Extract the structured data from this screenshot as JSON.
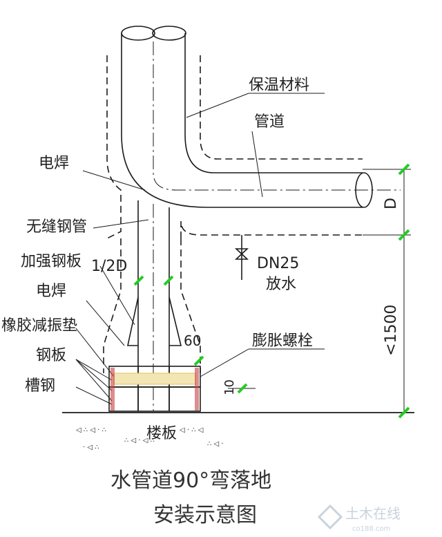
{
  "labels": {
    "insulation": "保温材料",
    "pipe": "管道",
    "weld_top": "电焊",
    "seamless_pipe": "无缝钢管",
    "reinforcing_plate": "加强钢板",
    "weld_bottom": "电焊",
    "rubber_pad": "橡胶减振垫",
    "steel_plate": "钢板",
    "channel_steel": "槽钢",
    "floor_slab": "楼板",
    "expansion_bolt": "膨胀螺栓",
    "half_d": "1/2D",
    "angle_60": "60",
    "dim_10": "10",
    "dim_D": "D",
    "dim_1500": "<1500",
    "dn25": "DN25",
    "drain": "放水"
  },
  "title": {
    "line1": "水管道90°弯落地",
    "line2": "安装示意图"
  },
  "watermark": {
    "text": "土木在线",
    "sub": "co188.com"
  },
  "colors": {
    "line": "#1a1a1a",
    "green_tick": "#22cc22",
    "hatch_yellow": "#e0c060",
    "hatch_red": "#c84040"
  }
}
